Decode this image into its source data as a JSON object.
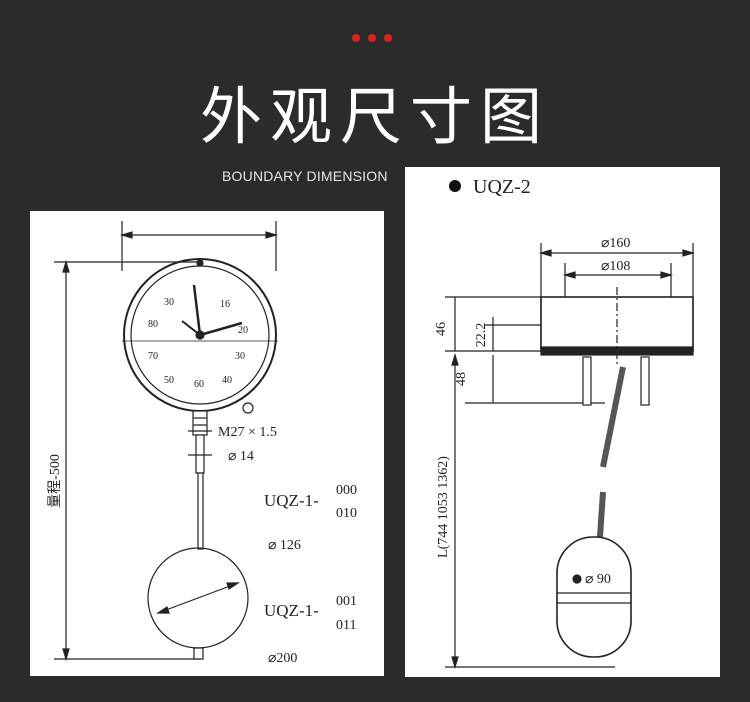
{
  "header": {
    "title": "外观尺寸图",
    "subtitle": "BOUNDARY DIMENSION",
    "accent_color": "#d8231f"
  },
  "left_diagram": {
    "range_label": "量程-500",
    "thread_label": "M27 × 1.5",
    "stem_diameter": "⌀ 14",
    "model_top": "UQZ-1-",
    "codes_top": [
      "000",
      "010"
    ],
    "float_small": "⌀ 126",
    "model_bottom": "UQZ-1-",
    "codes_bottom": [
      "001",
      "011"
    ],
    "float_large": "⌀200",
    "dial_numbers": [
      "30",
      "16",
      "80",
      "20",
      "70",
      "30",
      "50",
      "60",
      "40"
    ]
  },
  "right_diagram": {
    "model": "UQZ-2",
    "flange_outer": "⌀160",
    "flange_inner": "⌀108",
    "height_46": "46",
    "height_22": "22.2",
    "height_48": "48",
    "length": "L(744  1053  1362)",
    "float_diameter": "⌀ 90"
  }
}
